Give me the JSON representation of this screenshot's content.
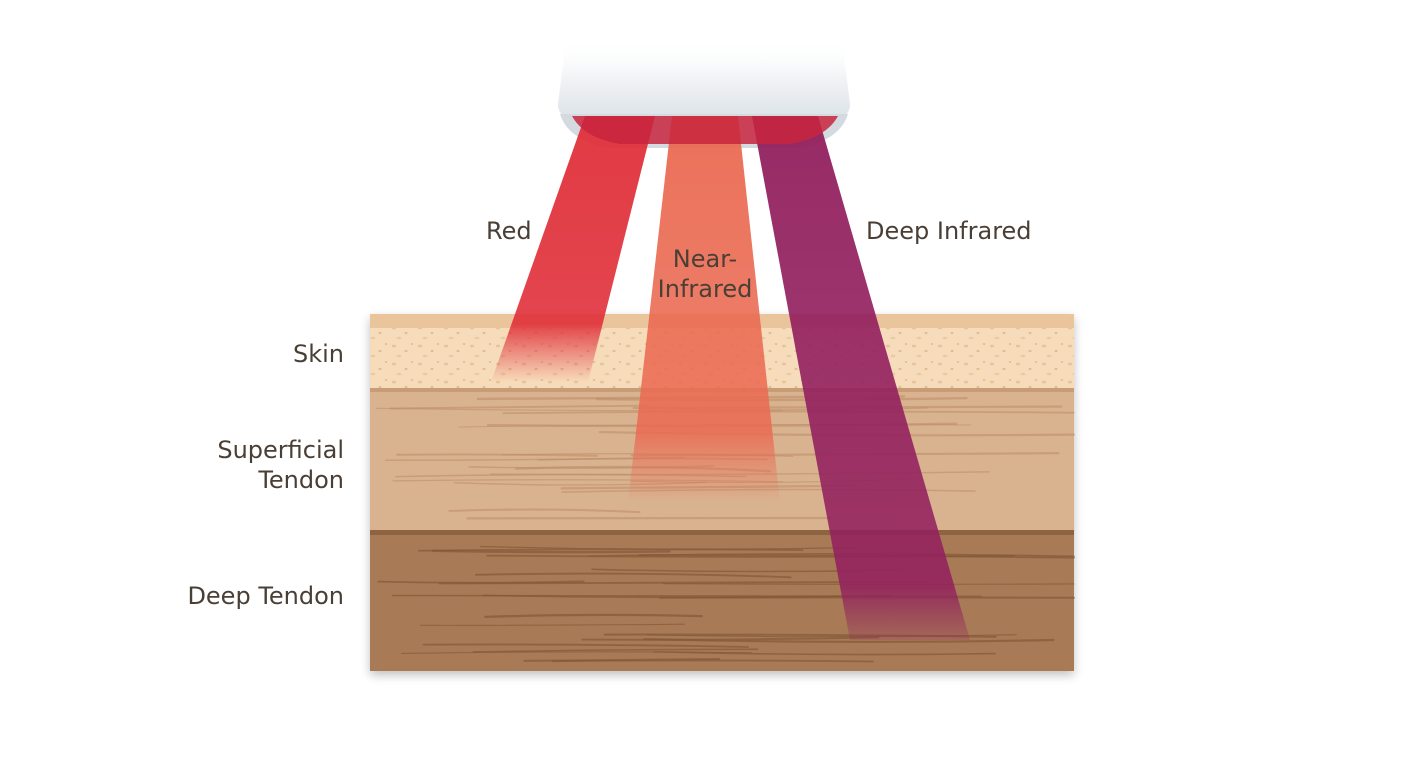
{
  "beams": {
    "red": {
      "label": "Red",
      "color": "#e0303a"
    },
    "near_infrared": {
      "label_line1": "Near-",
      "label_line2": "Infrared",
      "color": "#ea6a52"
    },
    "deep_infrared": {
      "label": "Deep Infrared",
      "color": "#921f5e"
    }
  },
  "layers": {
    "skin": {
      "label": "Skin",
      "color": "#f6dcba"
    },
    "superficial_tendon": {
      "label_line1": "Superficial",
      "label_line2": "Tendon",
      "color": "#d9b28f"
    },
    "deep_tendon": {
      "label": "Deep Tendon",
      "color": "#a87a55"
    }
  },
  "device": {
    "color": "#eef2f4"
  }
}
